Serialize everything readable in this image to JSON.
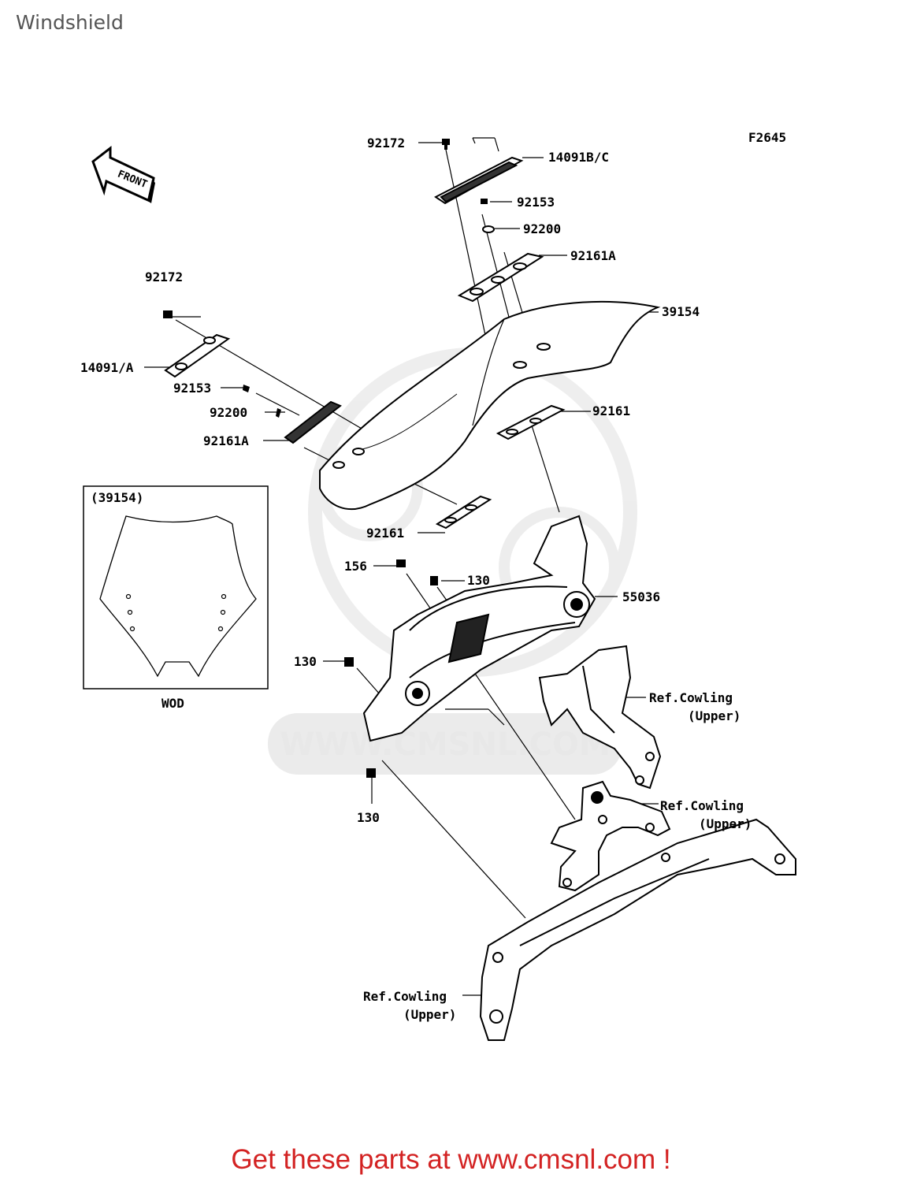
{
  "header": {
    "title": "Windshield"
  },
  "figure_code": "F2645",
  "front_arrow": {
    "label": "FRONT",
    "icon": "front-arrow-icon"
  },
  "watermark": {
    "text": "WWW.CMSNL.COM"
  },
  "parts": {
    "p92172_top": "92172",
    "p14091bc": "14091B/C",
    "p92153_top": "92153",
    "p92200_top": "92200",
    "p92161a_top": "92161A",
    "p39154": "39154",
    "p92172_left": "92172",
    "p14091a": "14091/A",
    "p92153_left": "92153",
    "p92200_left": "92200",
    "p92161a_left": "92161A",
    "p92161_right": "92161",
    "p92161_lower": "92161",
    "p156": "156",
    "p130_a": "130",
    "p55036": "55036",
    "p130_b": "130",
    "p130_c": "130"
  },
  "refs": {
    "ref1_line1": "Ref.Cowling",
    "ref1_line2": "(Upper)",
    "ref2_line1": "Ref.Cowling",
    "ref2_line2": "(Upper)",
    "ref3_line1": "Ref.Cowling",
    "ref3_line2": "(Upper)"
  },
  "inset": {
    "title": "(39154)",
    "caption": "WOD"
  },
  "footer": {
    "text": "Get these parts at www.cmsnl.com !",
    "color": "#d32222"
  }
}
